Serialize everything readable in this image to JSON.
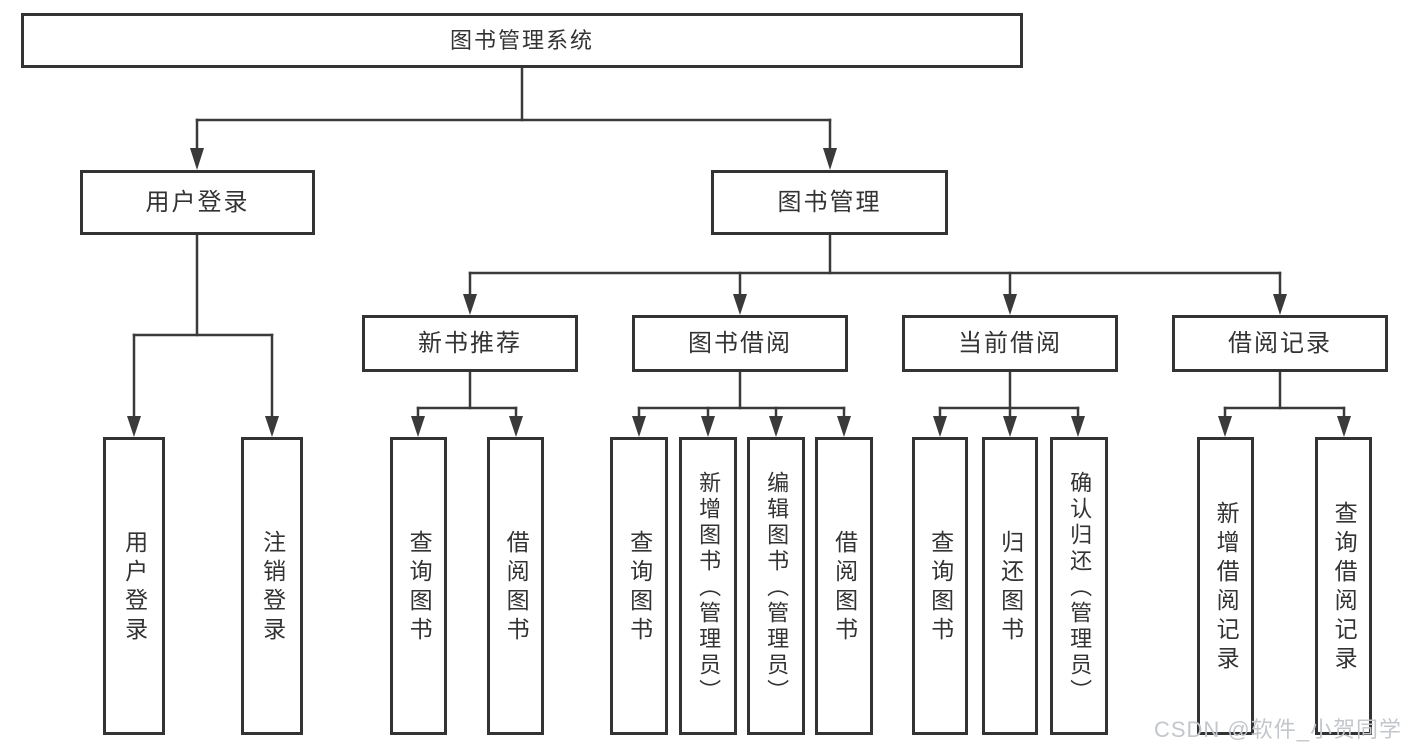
{
  "diagram": {
    "tree": {
      "root": {
        "label": "图书管理系统"
      },
      "children": [
        {
          "label": "用户登录",
          "children": [
            {
              "label": "用户登录"
            },
            {
              "label": "注销登录"
            }
          ]
        },
        {
          "label": "图书管理",
          "children": [
            {
              "label": "新书推荐",
              "children": [
                {
                  "label": "查询图书"
                },
                {
                  "label": "借阅图书"
                }
              ]
            },
            {
              "label": "图书借阅",
              "children": [
                {
                  "label": "查询图书"
                },
                {
                  "label": "新增图书（管理员）"
                },
                {
                  "label": "编辑图书（管理员）"
                },
                {
                  "label": "借阅图书"
                }
              ]
            },
            {
              "label": "当前借阅",
              "children": [
                {
                  "label": "查询图书"
                },
                {
                  "label": "归还图书"
                },
                {
                  "label": "确认归还（管理员）"
                }
              ]
            },
            {
              "label": "借阅记录",
              "children": [
                {
                  "label": "新增借阅记录"
                },
                {
                  "label": "查询借阅记录"
                }
              ]
            }
          ]
        }
      ]
    },
    "colors": {
      "line": "#3a3a3a",
      "border": "#333333",
      "text": "#333333",
      "background": "#ffffff",
      "watermark": "#c3c7cb"
    }
  },
  "watermark": {
    "text": "CSDN @软件_小贺同学"
  }
}
